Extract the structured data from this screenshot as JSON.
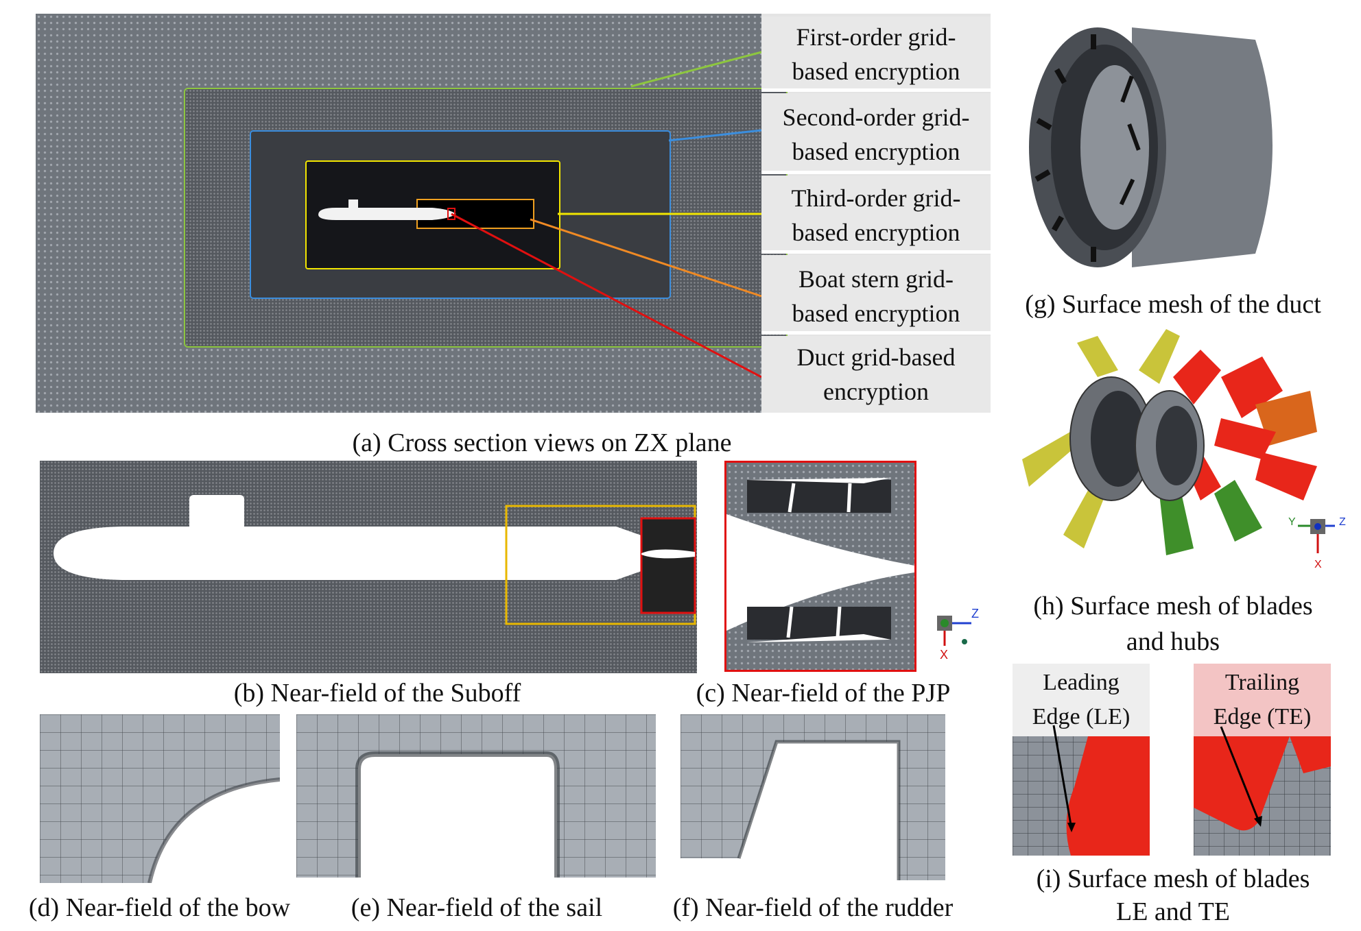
{
  "panel_a": {
    "labels": [
      "First-order grid-based encryption",
      "Second-order grid-based encryption",
      "Third-order grid-based encryption",
      "Boat stern grid-based encryption",
      "Duct grid-based encryption"
    ],
    "label_lines": [
      [
        "First-order grid-",
        "based encryption"
      ],
      [
        "Second-order grid-",
        "based encryption"
      ],
      [
        "Third-order grid-",
        "based encryption"
      ],
      [
        "Boat stern grid-",
        "based encryption"
      ],
      [
        "Duct grid-based",
        "encryption"
      ]
    ],
    "region_colors": [
      "#8dc63f",
      "#3b8ede",
      "#f2e600",
      "#f08a24",
      "#e01010"
    ],
    "caption": "(a) Cross section views on ZX plane"
  },
  "captions": {
    "b": "(b) Near-field of the Suboff",
    "c": "(c) Near-field of the PJP",
    "d": "(d) Near-field of the bow",
    "e": "(e) Near-field of the sail",
    "f": "(f) Near-field of the rudder",
    "g": "(g) Surface mesh of the duct",
    "h_line1": "(h) Surface mesh of blades",
    "h_line2": "and hubs",
    "i_line1": "(i) Surface mesh of blades",
    "i_line2": "LE and TE"
  },
  "panel_i": {
    "le_label_line1": "Leading",
    "le_label_line2": "Edge (LE)",
    "te_label_line1": "Trailing",
    "te_label_line2": "Edge (TE)"
  },
  "axes_triads": {
    "c": {
      "z": "Z",
      "x": "X"
    },
    "h": {
      "y": "Y",
      "z": "Z",
      "x": "X"
    }
  },
  "colors": {
    "blade_red": "#e8261a",
    "blade_yellow": "#c9c43a",
    "blade_orange": "#d9661c",
    "blade_green": "#3f8f2a",
    "caption_text": "#111111"
  }
}
